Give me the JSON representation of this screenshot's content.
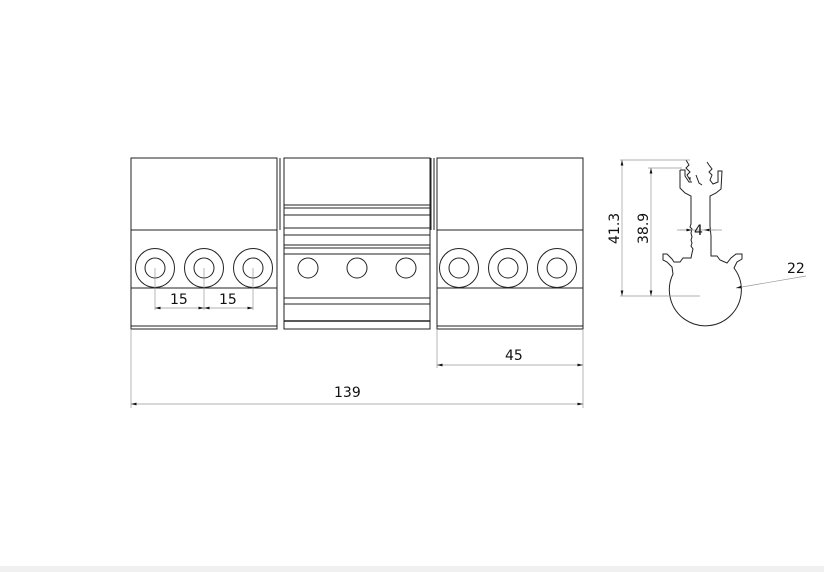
{
  "drawing": {
    "dimensions": {
      "hole_pitch_1": "15",
      "hole_pitch_2": "15",
      "leaf_width": "45",
      "overall_length": "139",
      "profile_height_outer": "41.3",
      "profile_height_inner": "38.9",
      "web_thickness": "4",
      "knuckle_diameter": "22"
    }
  }
}
